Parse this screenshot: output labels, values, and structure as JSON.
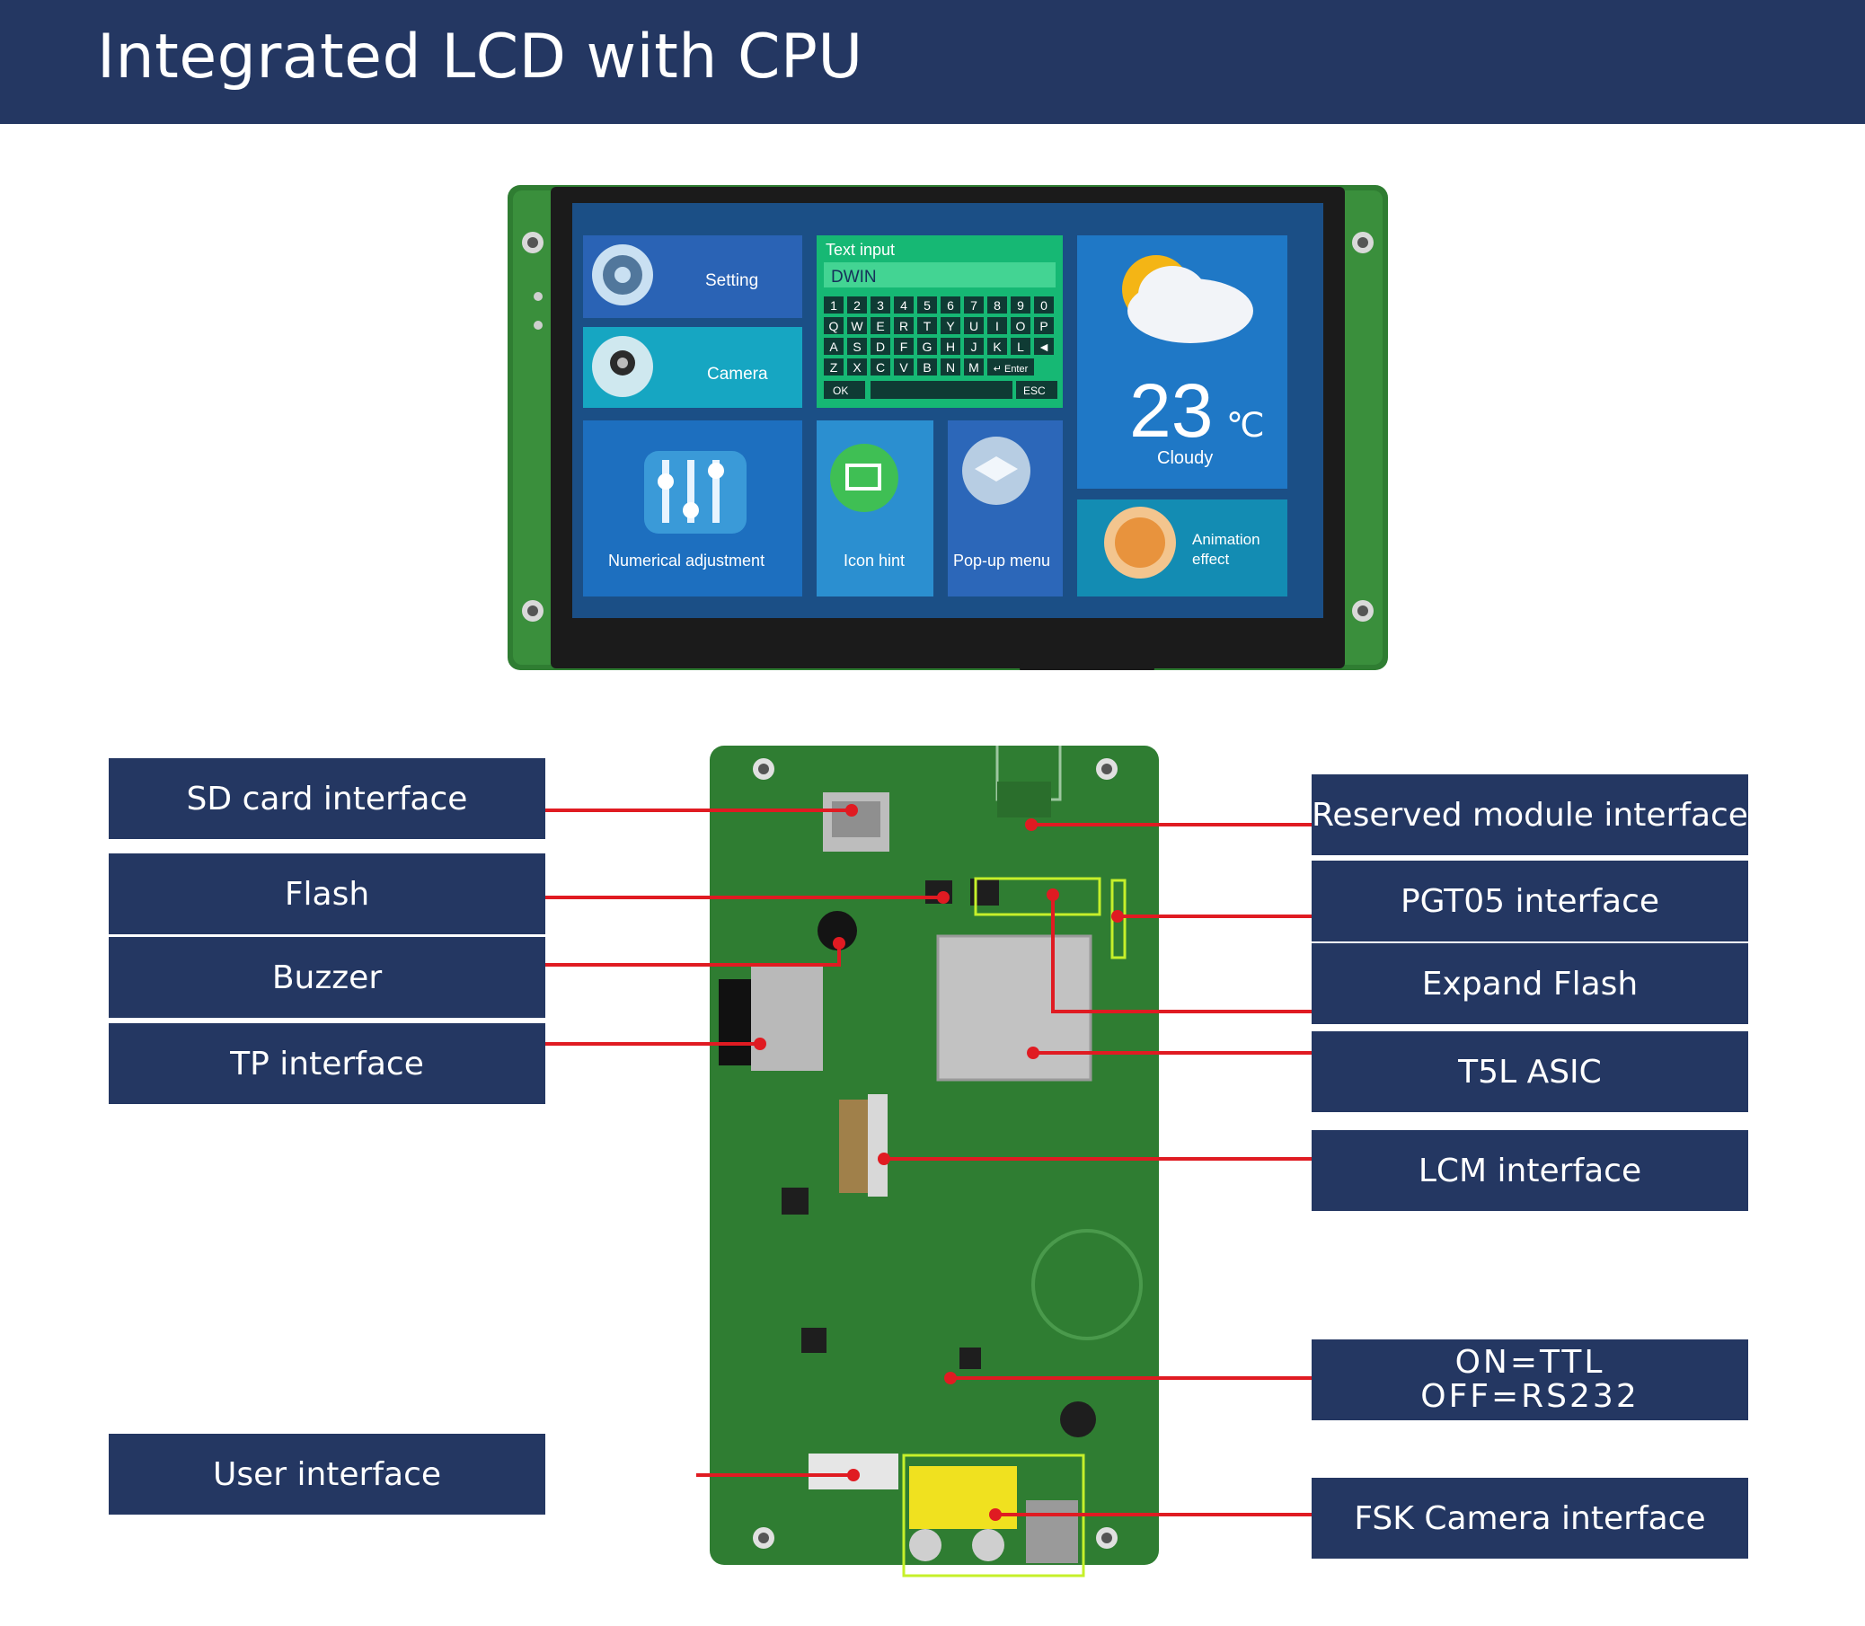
{
  "header": {
    "title": "Integrated LCD with CPU"
  },
  "lcd_screen": {
    "tiles": {
      "setting": "Setting",
      "camera": "Camera",
      "text_input": "Text input",
      "text_value": "DWIN",
      "numerical": "Numerical adjustment",
      "icon_hint": "Icon hint",
      "popup": "Pop-up menu",
      "temperature": "23",
      "unit": "℃",
      "weather": "Cloudy",
      "animation_line1": "Animation",
      "animation_line2": "effect"
    },
    "keyboard": {
      "row1": [
        "1",
        "2",
        "3",
        "4",
        "5",
        "6",
        "7",
        "8",
        "9",
        "0"
      ],
      "row2": [
        "Q",
        "W",
        "E",
        "R",
        "T",
        "Y",
        "U",
        "I",
        "O",
        "P"
      ],
      "row3": [
        "A",
        "S",
        "D",
        "F",
        "G",
        "H",
        "J",
        "K",
        "L",
        "◄"
      ],
      "row4": [
        "Z",
        "X",
        "C",
        "V",
        "B",
        "N",
        "M",
        "↵ Enter"
      ],
      "ok": "OK",
      "esc": "ESC"
    }
  },
  "labels": {
    "left": [
      {
        "id": "sd",
        "text": "SD card interface"
      },
      {
        "id": "flash",
        "text": "Flash"
      },
      {
        "id": "buzzer",
        "text": "Buzzer"
      },
      {
        "id": "tp",
        "text": "TP interface"
      },
      {
        "id": "user",
        "text": "User interface"
      }
    ],
    "right": [
      {
        "id": "reserved",
        "text": "Reserved module interface"
      },
      {
        "id": "pgt05",
        "text": "PGT05 interface"
      },
      {
        "id": "expand",
        "text": "Expand Flash"
      },
      {
        "id": "t5l",
        "text": "T5L ASIC"
      },
      {
        "id": "lcm",
        "text": "LCM interface"
      },
      {
        "id": "onoff",
        "line1": "ON=TTL",
        "line2": "OFF=RS232"
      },
      {
        "id": "fsk",
        "text": "FSK Camera interface"
      }
    ]
  },
  "colors": {
    "header_bg": "#243762",
    "label_bg": "#243762",
    "leader_line": "#e01b22",
    "pcb_green": "#2f7d32",
    "highlight": "#c6f02a"
  }
}
